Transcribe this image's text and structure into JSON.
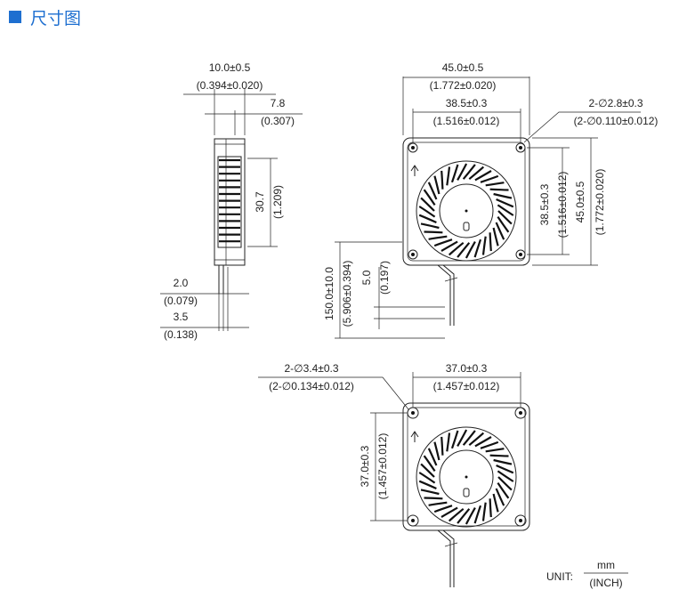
{
  "header": {
    "title": "尺寸图",
    "accent": "#1e6fd0"
  },
  "side_view": {
    "thickness_mm": "10.0±0.5",
    "thickness_in": "(0.394±0.020)",
    "offset_mm": "7.8",
    "offset_in": "(0.307)",
    "height_mm": "30.7",
    "height_in": "(1.209)",
    "lead_mm": "2.0",
    "lead_in": "(0.079)",
    "lead2_mm": "3.5",
    "lead2_in": "(0.138)"
  },
  "fan45": {
    "width_mm": "45.0±0.5",
    "width_in": "(1.772±0.020)",
    "pitch_mm": "38.5±0.3",
    "pitch_in": "(1.516±0.012)",
    "hole_mm": "2-∅2.8±0.3",
    "hole_in": "(2-∅0.110±0.012)",
    "vpitch_mm": "38.5±0.3",
    "vpitch_in": "(1.516±0.012)",
    "height_mm": "45.0±0.5",
    "height_in": "(1.772±0.020)",
    "cable_mm": "150.0±10.0",
    "cable_in": "(5.906±0.394)",
    "strip_mm": "5.0",
    "strip_in": "(0.197)"
  },
  "fan37": {
    "hole_mm": "2-∅3.4±0.3",
    "hole_in": "(2-∅0.134±0.012)",
    "pitch_mm": "37.0±0.3",
    "pitch_in": "(1.457±0.012)",
    "vpitch_mm": "37.0±0.3",
    "vpitch_in": "(1.457±0.012)"
  },
  "unit": {
    "label": "UNIT:",
    "top": "mm",
    "bottom": "(INCH)"
  }
}
